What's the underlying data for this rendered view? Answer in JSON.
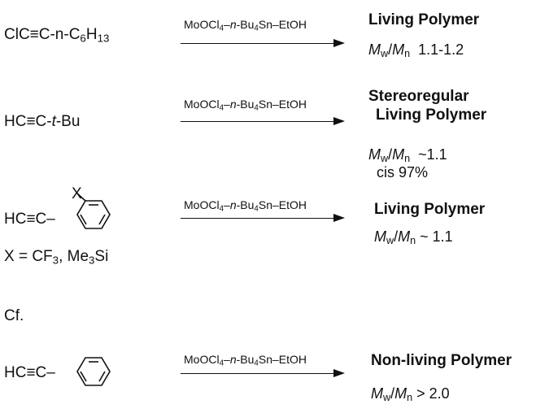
{
  "reagent": "MoOCl₄–n-Bu₄Sn–EtOH",
  "rows": [
    {
      "monomer": "ClC≡C-n-C₆H₁₃",
      "product": "Living Polymer",
      "detail": "Mw/Mn 1.1-1.2"
    },
    {
      "monomer": "HC≡C-t-Bu",
      "product_line1": "Stereoregular",
      "product_line2": "Living Polymer",
      "detail": "Mw/Mn ~1.1",
      "detail2": "cis 97%"
    },
    {
      "monomer": "HC≡C–",
      "substituent": "X",
      "note": "X = CF₃, Me₃Si",
      "product": "Living Polymer",
      "detail": "Mw/Mn ~ 1.1"
    },
    {
      "monomer": "HC≡C–",
      "product": "Non-living Polymer",
      "detail": "Mw/Mn > 2.0"
    }
  ],
  "cf_label": "Cf."
}
